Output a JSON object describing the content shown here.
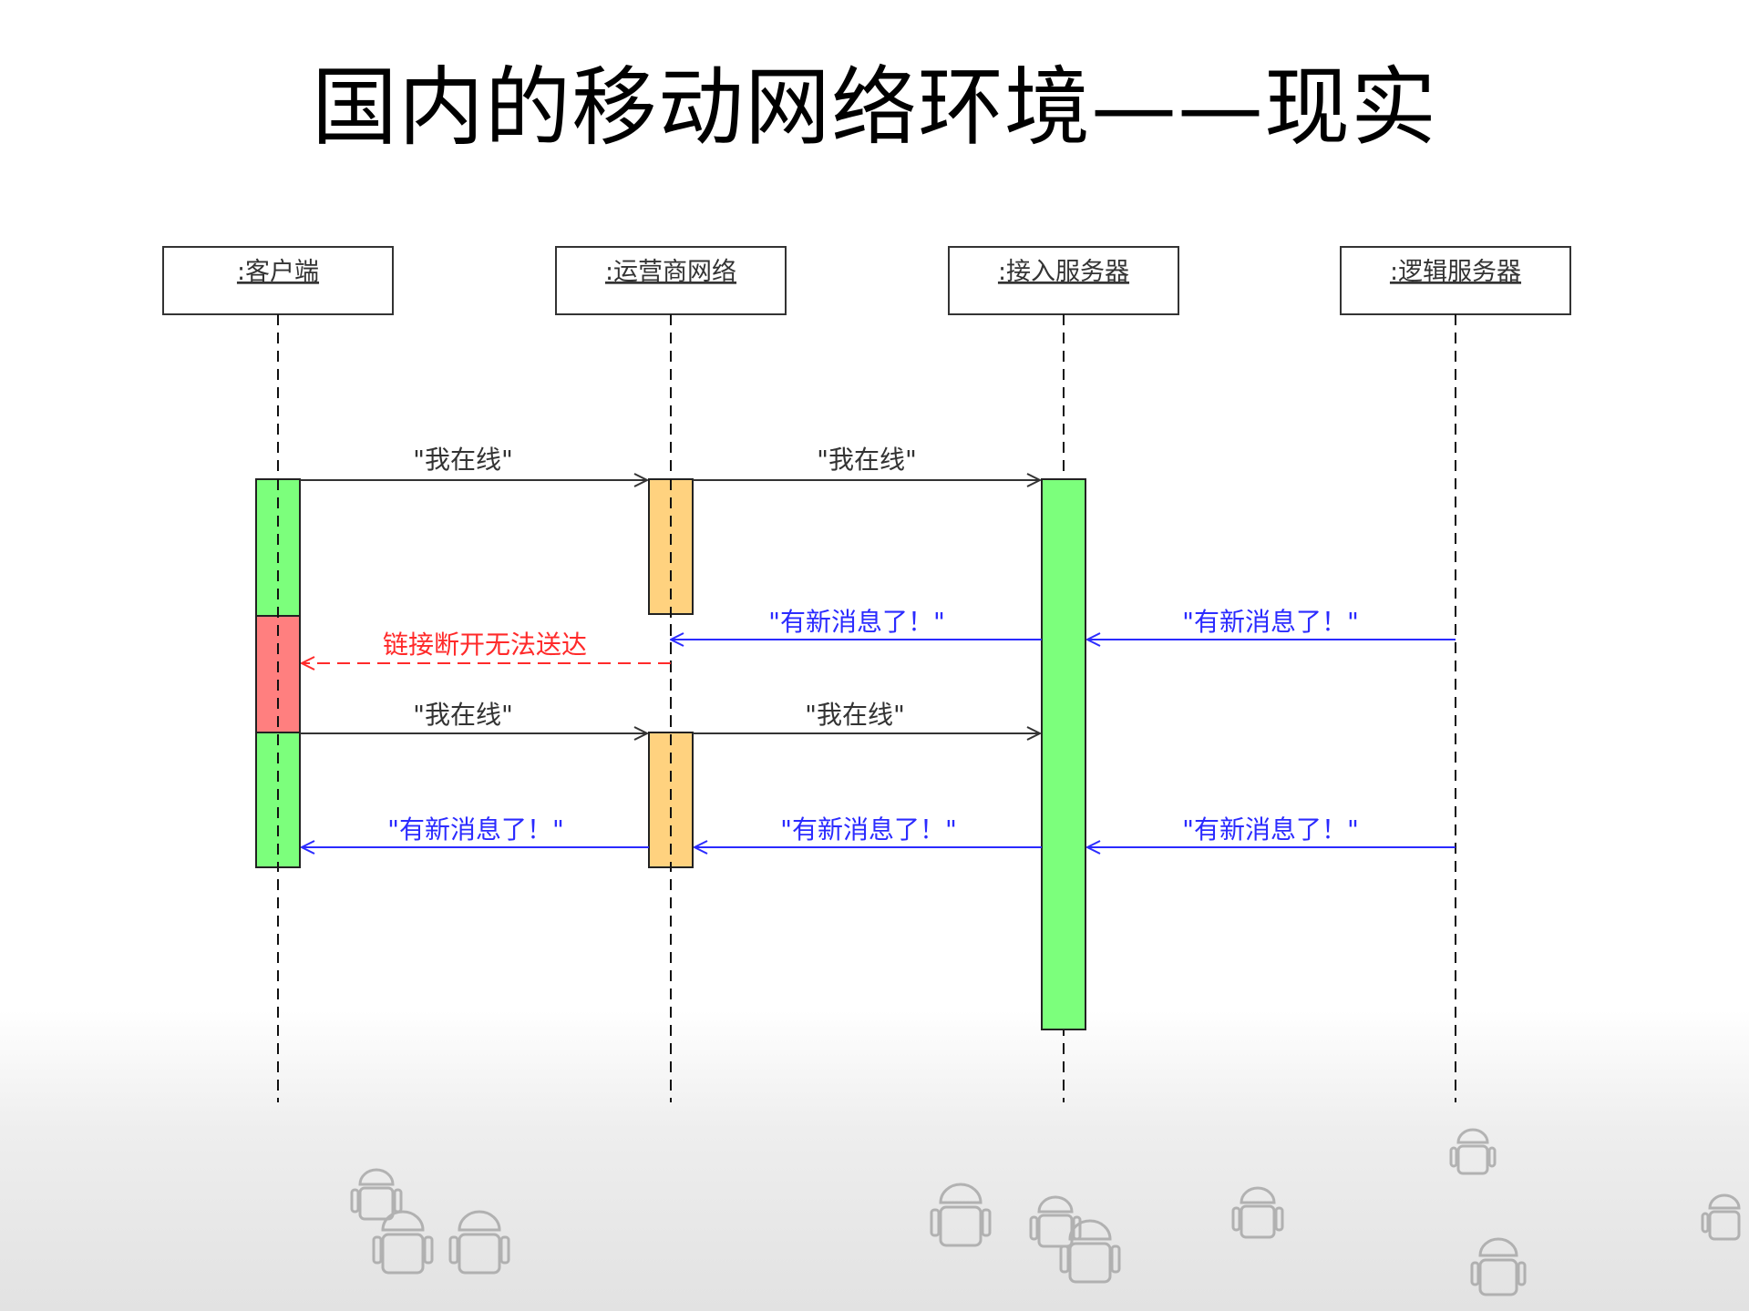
{
  "title": "国内的移动网络环境——现实",
  "participants": [
    {
      "id": "client",
      "label": ":客户端"
    },
    {
      "id": "carrier",
      "label": ":运营商网络"
    },
    {
      "id": "access",
      "label": ":接入服务器"
    },
    {
      "id": "logic",
      "label": ":逻辑服务器"
    }
  ],
  "colors": {
    "active_green": "#7cff7c",
    "carrier_orange": "#ffd27f",
    "broken_red": "#ff7f7f",
    "request_arrow": "#333333",
    "push_arrow": "#2b2bff",
    "error_arrow": "#ff2a2a"
  },
  "messages": [
    {
      "id": "m1",
      "text": "\"我在线\""
    },
    {
      "id": "m2",
      "text": "\"我在线\""
    },
    {
      "id": "m3",
      "text": "\"有新消息了！\""
    },
    {
      "id": "m4",
      "text": "\"有新消息了！\""
    },
    {
      "id": "m5",
      "text": "链接断开无法送达"
    },
    {
      "id": "m6",
      "text": "\"我在线\""
    },
    {
      "id": "m7",
      "text": "\"我在线\""
    },
    {
      "id": "m8",
      "text": "\"有新消息了！\""
    },
    {
      "id": "m9",
      "text": "\"有新消息了！\""
    },
    {
      "id": "m10",
      "text": "\"有新消息了！\""
    }
  ],
  "decoration": {
    "background_icon": "android-robot-icon"
  }
}
